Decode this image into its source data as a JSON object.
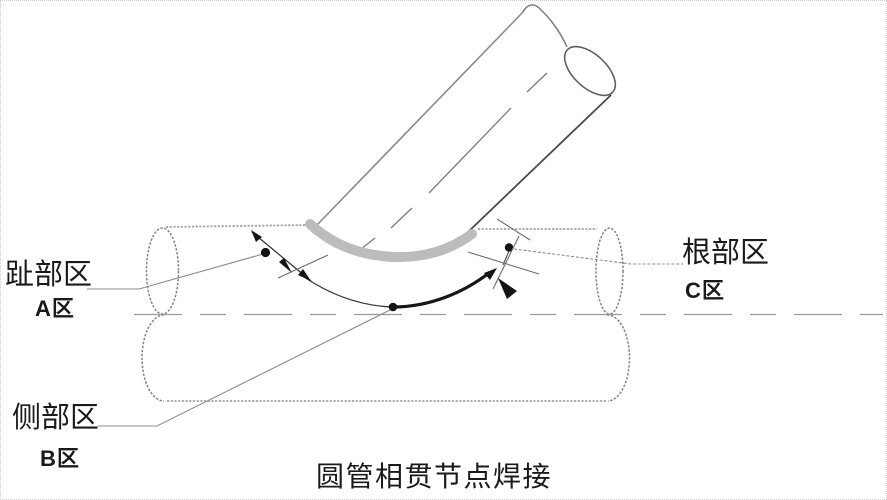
{
  "figure": {
    "caption": "圆管相贯节点焊接",
    "zones": {
      "toe": {
        "label": "趾部区",
        "zone": "A区"
      },
      "side": {
        "label": "侧部区",
        "zone": "B区"
      },
      "root": {
        "label": "根部区",
        "zone": "C区"
      }
    },
    "colors": {
      "background": "#ffffff",
      "outline_gray": "#8a8a8a",
      "weld_band_gray": "#bcbcbc",
      "marker_black": "#141414",
      "text_black": "#1a1a1a"
    }
  }
}
